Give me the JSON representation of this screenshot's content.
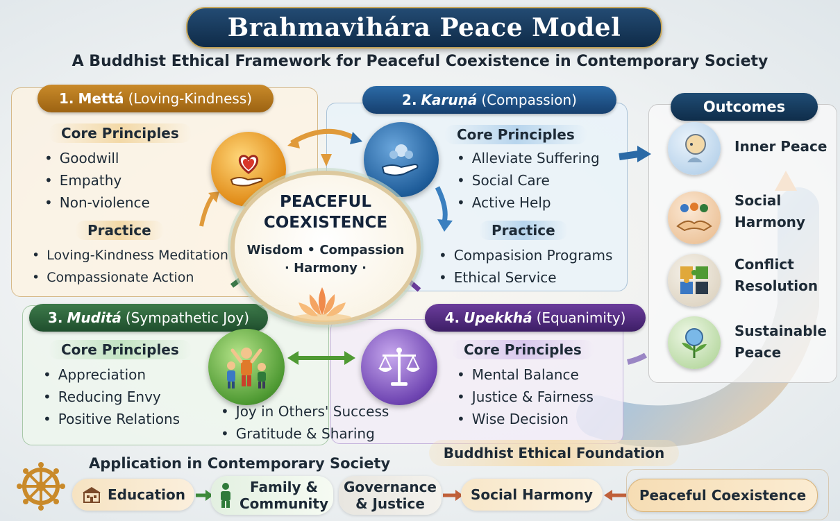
{
  "title": "Brahmavihára Peace Model",
  "subtitle": "A Buddhist Ethical Framework for Peaceful Coexistence in Contemporary Society",
  "quadrants": {
    "metta": {
      "number": "1.",
      "name": "Mettá",
      "translation": "(Loving-Kindness)",
      "color": "#b87a20",
      "core_label": "Core Principles",
      "core": [
        "Goodwill",
        "Empathy",
        "Non-violence"
      ],
      "practice_label": "Practice",
      "practice": [
        "Loving-Kindness Meditation",
        "Compassionate Action"
      ],
      "icon": "heart-in-hand-icon"
    },
    "karuna": {
      "number": "2.",
      "name": "Karuṇá",
      "translation": "(Compassion)",
      "color": "#1f4f86",
      "core_label": "Core Principles",
      "core": [
        "Alleviate Suffering",
        "Social Care",
        "Active Help"
      ],
      "practice_label": "Practice",
      "practice": [
        "Compasision Programs",
        "Ethical Service"
      ],
      "icon": "caring-hands-icon"
    },
    "mudita": {
      "number": "3.",
      "name": "Muditá",
      "translation": "(Sympathetic Joy)",
      "color": "#2f6a3c",
      "core_label": "Core Principles",
      "core": [
        "Appreciation",
        "Reducing Envy",
        "Positive Relations"
      ],
      "practice": [
        "Joy in Others' Success",
        "Gratitude & Sharing"
      ],
      "icon": "joyful-people-icon"
    },
    "upekkha": {
      "number": "4.",
      "name": "Upekkhá",
      "translation": "(Equanimity)",
      "color": "#55308a",
      "core_label": "Core Principles",
      "core": [
        "Mental Balance",
        "Justice & Fairness",
        "Wise Decision"
      ],
      "icon": "balance-scale-icon"
    }
  },
  "center": {
    "line1": "PEACEFUL",
    "line2": "COEXISTENCE",
    "line3": "Wisdom • Compassion",
    "line4": "· Harmony ·"
  },
  "outcomes": {
    "title": "Outcomes",
    "items": [
      {
        "label_line1": "Inner Peace",
        "label_line2": "",
        "icon": "meditating-head-icon"
      },
      {
        "label_line1": "Social",
        "label_line2": "Harmony",
        "icon": "handshake-icon"
      },
      {
        "label_line1": "Conflict",
        "label_line2": "Resolution",
        "icon": "puzzle-pieces-icon"
      },
      {
        "label_line1": "Sustainable",
        "label_line2": "Peace",
        "icon": "globe-plant-icon"
      }
    ]
  },
  "foundation": "Buddhist Ethical Foundation",
  "application": {
    "title": "Application in Contemporary Society",
    "steps": [
      {
        "line1": "Education",
        "line2": "",
        "icon": "school-icon"
      },
      {
        "line1": "Family &",
        "line2": "Community",
        "icon": "family-icon"
      },
      {
        "line1": "Governance",
        "line2": "& Justice",
        "icon": ""
      },
      {
        "line1": "Social Harmony",
        "line2": "",
        "icon": ""
      },
      {
        "line1": "Peaceful Coexistence",
        "line2": "",
        "icon": ""
      }
    ],
    "wheel_icon": "dharma-wheel-icon"
  }
}
